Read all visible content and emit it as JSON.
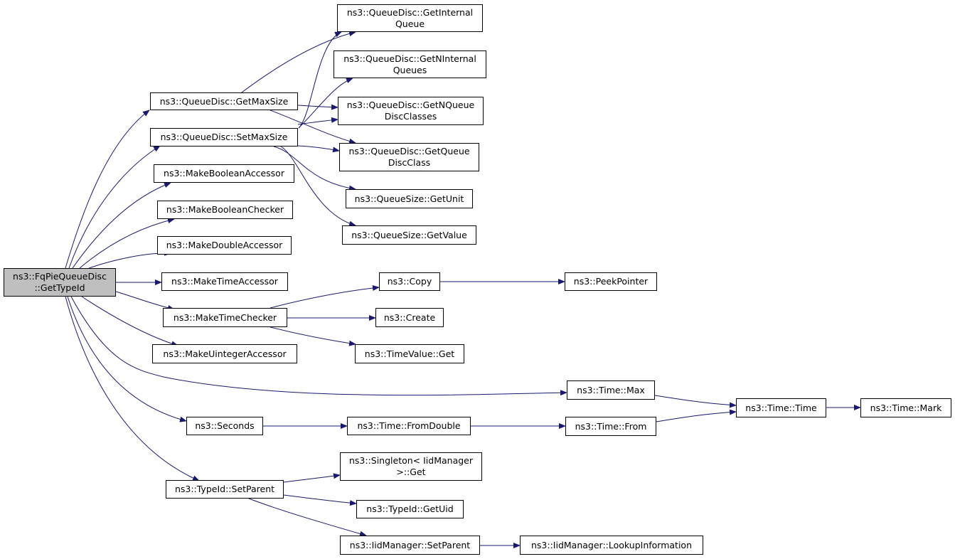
{
  "colors": {
    "edge": "#191970",
    "node_border": "#000000",
    "root_fill": "#bfbfbf",
    "node_fill": "#ffffff"
  },
  "nodes": {
    "root": [
      "ns3::FqPieQueueDisc",
      "::GetTypeId"
    ],
    "getMaxSize": [
      "ns3::QueueDisc::GetMaxSize"
    ],
    "setMaxSize": [
      "ns3::QueueDisc::SetMaxSize"
    ],
    "makeBooleanAccessor": [
      "ns3::MakeBooleanAccessor"
    ],
    "makeBooleanChecker": [
      "ns3::MakeBooleanChecker"
    ],
    "makeDoubleAccessor": [
      "ns3::MakeDoubleAccessor"
    ],
    "makeTimeAccessor": [
      "ns3::MakeTimeAccessor"
    ],
    "makeTimeChecker": [
      "ns3::MakeTimeChecker"
    ],
    "makeUintegerAccessor": [
      "ns3::MakeUintegerAccessor"
    ],
    "seconds": [
      "ns3::Seconds"
    ],
    "typeIdSetParent": [
      "ns3::TypeId::SetParent"
    ],
    "getInternalQueue": [
      "ns3::QueueDisc::GetInternal",
      "Queue"
    ],
    "getNInternalQueues": [
      "ns3::QueueDisc::GetNInternal",
      "Queues"
    ],
    "getNQueueDiscClasses": [
      "ns3::QueueDisc::GetNQueue",
      "DiscClasses"
    ],
    "getQueueDiscClass": [
      "ns3::QueueDisc::GetQueue",
      "DiscClass"
    ],
    "queueSizeGetUnit": [
      "ns3::QueueSize::GetUnit"
    ],
    "queueSizeGetValue": [
      "ns3::QueueSize::GetValue"
    ],
    "copy": [
      "ns3::Copy"
    ],
    "peekPointer": [
      "ns3::PeekPointer"
    ],
    "create": [
      "ns3::Create"
    ],
    "timeValueGet": [
      "ns3::TimeValue::Get"
    ],
    "timeMax": [
      "ns3::Time::Max"
    ],
    "timeTime": [
      "ns3::Time::Time"
    ],
    "timeMark": [
      "ns3::Time::Mark"
    ],
    "timeFromDouble": [
      "ns3::Time::FromDouble"
    ],
    "timeFrom": [
      "ns3::Time::From"
    ],
    "singletonGet": [
      "ns3::Singleton< IidManager",
      ">::Get"
    ],
    "typeIdGetUid": [
      "ns3::TypeId::GetUid"
    ],
    "iidManagerSetParent": [
      "ns3::IidManager::SetParent"
    ],
    "iidManagerLookupInformation": [
      "ns3::IidManager::LookupInformation"
    ]
  },
  "edges": [
    [
      "root",
      "getMaxSize"
    ],
    [
      "root",
      "setMaxSize"
    ],
    [
      "root",
      "makeBooleanAccessor"
    ],
    [
      "root",
      "makeBooleanChecker"
    ],
    [
      "root",
      "makeDoubleAccessor"
    ],
    [
      "root",
      "makeTimeAccessor"
    ],
    [
      "root",
      "makeTimeChecker"
    ],
    [
      "root",
      "makeUintegerAccessor"
    ],
    [
      "root",
      "timeMax"
    ],
    [
      "root",
      "seconds"
    ],
    [
      "root",
      "typeIdSetParent"
    ],
    [
      "getMaxSize",
      "getInternalQueue"
    ],
    [
      "getMaxSize",
      "getNQueueDiscClasses"
    ],
    [
      "getMaxSize",
      "getQueueDiscClass"
    ],
    [
      "setMaxSize",
      "getInternalQueue"
    ],
    [
      "setMaxSize",
      "getNInternalQueues"
    ],
    [
      "setMaxSize",
      "getNQueueDiscClasses"
    ],
    [
      "setMaxSize",
      "getQueueDiscClass"
    ],
    [
      "setMaxSize",
      "queueSizeGetUnit"
    ],
    [
      "setMaxSize",
      "queueSizeGetValue"
    ],
    [
      "makeTimeChecker",
      "copy"
    ],
    [
      "makeTimeChecker",
      "create"
    ],
    [
      "makeTimeChecker",
      "timeValueGet"
    ],
    [
      "copy",
      "peekPointer"
    ],
    [
      "timeMax",
      "timeTime"
    ],
    [
      "timeTime",
      "timeMark"
    ],
    [
      "seconds",
      "timeFromDouble"
    ],
    [
      "timeFromDouble",
      "timeFrom"
    ],
    [
      "timeFrom",
      "timeTime"
    ],
    [
      "typeIdSetParent",
      "singletonGet"
    ],
    [
      "typeIdSetParent",
      "typeIdGetUid"
    ],
    [
      "typeIdSetParent",
      "iidManagerSetParent"
    ],
    [
      "iidManagerSetParent",
      "iidManagerLookupInformation"
    ]
  ]
}
